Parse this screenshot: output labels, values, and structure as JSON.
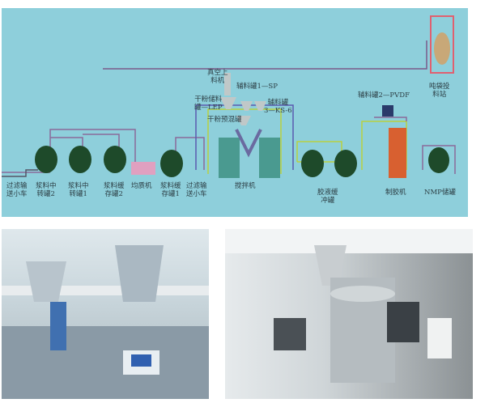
{
  "diagram": {
    "background": "#8ecfdb",
    "labels": {
      "filter_cart_left": "过滤输\n送小车",
      "slurry_transfer_2": "浆料中\n转罐2",
      "slurry_transfer_1": "浆料中\n转罐1",
      "slurry_buffer_2": "浆料缓\n存罐2",
      "homogenizer": "均质机",
      "slurry_buffer_1": "浆料缓\n存罐1",
      "filter_cart_right": "过滤输\n送小车",
      "mixer": "搅拌机",
      "vacuum_loader": "真空上\n料机",
      "aux_tank_1": "辅料罐1—SP",
      "dry_powder_tank": "干粉储料\n罐—LEP",
      "aux_tank_3": "辅料罐\n3—KS-6",
      "dry_powder_premix": "干粉预混罐",
      "glue_buffer": "胶液缓\n冲罐",
      "aux_tank_2": "辅料罐2—PVDF",
      "glue_maker": "制胶机",
      "nmp_tank": "NMP储罐",
      "ton_bag_station": "吨袋投\n料站"
    }
  },
  "photos": {
    "left": "production-line-photo",
    "right": "feeding-equipment-photo"
  }
}
